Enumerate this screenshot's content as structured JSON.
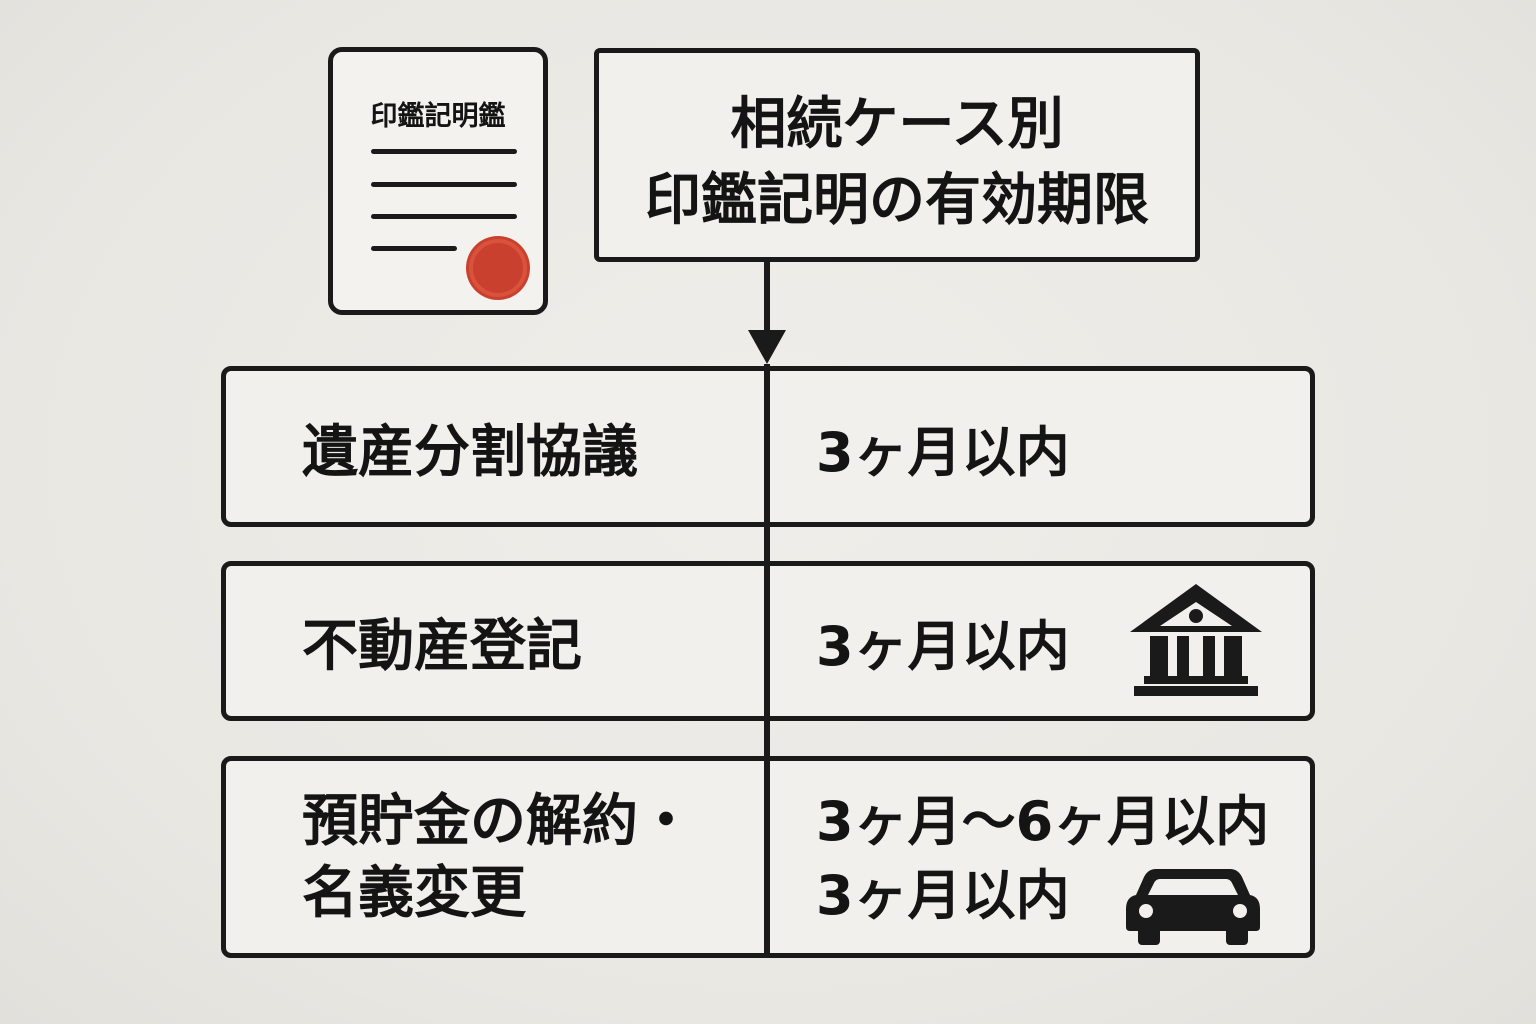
{
  "certificate": {
    "title": "印鑑記明鑑"
  },
  "title": {
    "line1": "相続ケース別",
    "line2": "印鑑記明の有効期限"
  },
  "rows": [
    {
      "case_label": "遺産分割協議",
      "period": "3ヶ月以内",
      "icon": "bank-icon"
    },
    {
      "case_label": "不動産登記",
      "period": "3ヶ月以内",
      "icon": "bank-icon"
    },
    {
      "case_label_line1": "預貯金の解約・",
      "case_label_line2": "名義変更",
      "period_line1": "3ヶ月〜6ヶ月以内",
      "period_line2": "3ヶ月以内",
      "icon": "car-icon"
    }
  ],
  "colors": {
    "background": "#ebe9e4",
    "ink": "#1a1a1a",
    "seal": "#c9412e"
  }
}
